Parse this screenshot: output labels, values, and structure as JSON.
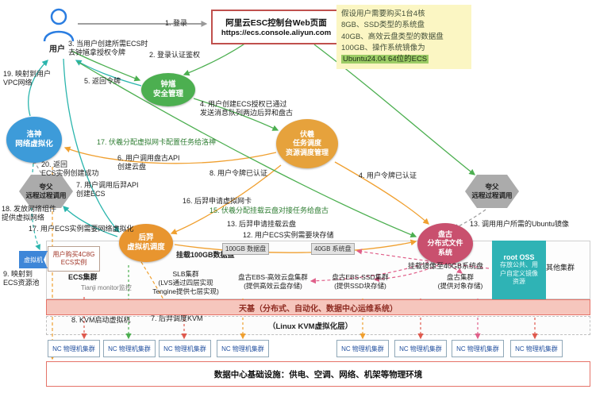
{
  "console": {
    "title": "阿里云ESC控制台Web页面",
    "url": "https://ecs.console.aliyun.com"
  },
  "note": {
    "body": "假设用户需要购买1台4核\n8GB、SSD类型的系统盘\n40GB、高效云盘类型的数据盘\n100GB、操作系统镜像为",
    "highlight": "Ubuntu24.04 64位的ECS"
  },
  "actors": {
    "user": "用户",
    "zhongkui": "钟馗\n安全管理",
    "fuxi": "伏羲\n任务调度\n资源调度管理",
    "luoshen": "洛神\n网络虚拟化",
    "houyi": "后羿\n虚拟机调度",
    "pangu": "盘古\n分布式文件\n系统",
    "kuafu": "夸父\n远程过程调用"
  },
  "steps": {
    "s1": "1. 登录",
    "s2": "2. 登录认证鉴权",
    "s3": "3. 当用户创建所需ECS时\n去钟馗拿授权令牌",
    "s4_msg": "4. 用户创建ECS授权已通过\n发送消息队列两边后羿和盘古",
    "s4_token": "4. 用户令牌已认证",
    "s5": "5. 返回令牌",
    "s6": "6. 用户调用盘古API\n创建云盘",
    "s7_api": "7. 用户调用后羿API\n创建ECS",
    "s7_kvm": "7. 后羿调度KVM",
    "s8_token": "8. 用户令牌已认证",
    "s8_kvm": "8. KVM启动虚拟机",
    "s9": "9. 映射到\nECS资源池",
    "s12": "12. 用户ECS实例需要块存储",
    "s13_mount": "13. 后羿申请挂载云盘",
    "s13_image": "13. 调用用户所需的Ubuntu镜像",
    "s15": "15. 伏羲分配挂载云盘对接任务给盘古",
    "s16": "16. 后羿申请虚拟网卡",
    "s17_fuxi": "17. 伏羲分配虚拟网卡配置任务给洛神",
    "s17_ecs": "17. 用户ECS实例需要网络虚拟化",
    "s18": "18. 发放网络组件\n提供虚拟网络",
    "s19": "19. 映射到用户\nVPC网络",
    "s20": "20. 返回\nECS实例创建成功"
  },
  "bottom": {
    "vm_tag": "虚拟机",
    "user_ecs": "用户购买4C8G\nECS实例",
    "mount_data": "挂载100GB数据盘",
    "tag_100": "100GB 数据盘",
    "tag_40": "40GB 系统盘",
    "mount_image": "挂载镜像至40GB系统盘",
    "ecs_cluster": "ECS集群",
    "slb": "SLB集群\n(LVS通过四层实现\nTengine提供七层实现)",
    "ebs_eff": "盘古EBS-高效云盘集群\n(提供高效云盘存储)",
    "ebs_ssd": "盘古EBS-SSD集群\n(提供SSD块存储)",
    "pangu_cluster": "盘古集群\n(提供对象存储)",
    "oss_title": "root OSS",
    "oss_body": "存放公共、用\n户自定义镜像\n资源",
    "others": "其他集群",
    "monitor": "Tianji monitor监控",
    "tianji": "天基（分布式、自动化、数据中心运维系统）",
    "kvm": "（Linux KVM虚拟化层）",
    "nc": "NC 物理机集群",
    "datacenter": "数据中心基础设施：供电、空调、网络、机架等物理环境"
  },
  "colors": {
    "zhongkui": "#4caf50",
    "fuxi": "#e6a23c",
    "luoshen": "#3d9bd9",
    "houyi": "#e8952f",
    "pangu": "#c9506e",
    "kuafu": "#ababab",
    "oss": "#2fb3b5",
    "tianji_bar": "#f6c6bd",
    "note_bg": "#fbf6c3",
    "note_highlight": "#9ccc65",
    "arrow_green": "#4caf50",
    "arrow_teal": "#2bb5ad",
    "arrow_orange": "#f0a030",
    "arrow_pink": "#e0608a"
  }
}
